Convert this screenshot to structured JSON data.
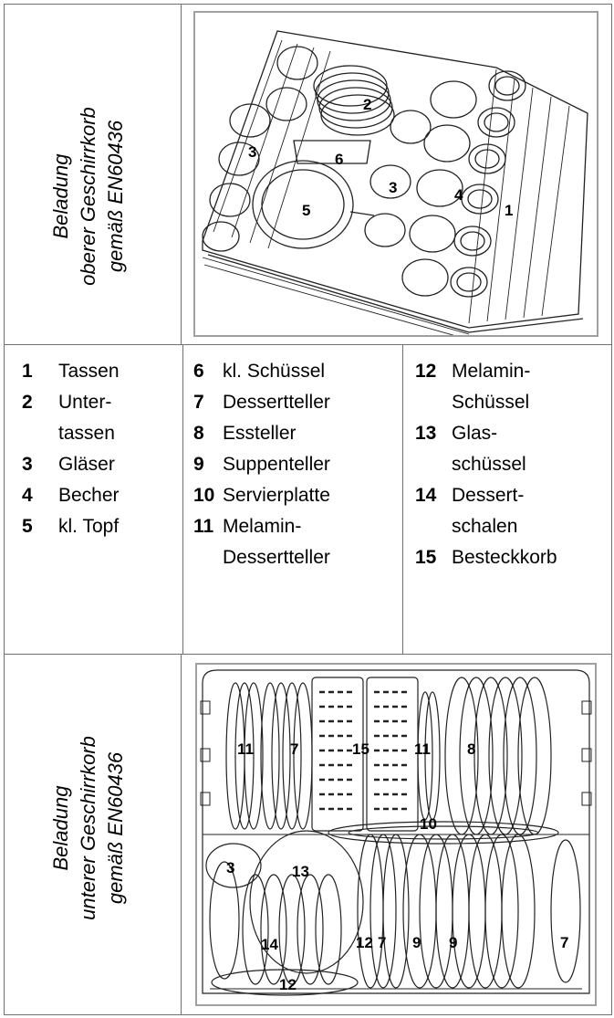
{
  "upper": {
    "label": [
      "Beladung",
      "oberer Geschirrkorb",
      "gemäß EN60436"
    ],
    "callouts": [
      "1",
      "2",
      "3",
      "3",
      "4",
      "5",
      "6"
    ]
  },
  "legend": {
    "col1": [
      {
        "n": "1",
        "t": "Tassen"
      },
      {
        "n": "2",
        "t": "Unter-"
      },
      {
        "n": "",
        "t": "tassen"
      },
      {
        "n": "3",
        "t": "Gläser"
      },
      {
        "n": "4",
        "t": "Becher"
      },
      {
        "n": "5",
        "t": "kl. Topf"
      }
    ],
    "col2": [
      {
        "n": "6",
        "t": "kl. Schüssel"
      },
      {
        "n": "7",
        "t": "Dessertteller"
      },
      {
        "n": "8",
        "t": "Essteller"
      },
      {
        "n": "9",
        "t": "Suppenteller"
      },
      {
        "n": "10",
        "t": "Servierplatte"
      },
      {
        "n": "11",
        "t": "Melamin-"
      },
      {
        "n": "",
        "t": "Dessertteller"
      }
    ],
    "col3": [
      {
        "n": "12",
        "t": "Melamin-"
      },
      {
        "n": "",
        "t": "Schüssel"
      },
      {
        "n": "13",
        "t": "Glas-"
      },
      {
        "n": "",
        "t": "schüssel"
      },
      {
        "n": "14",
        "t": "Dessert-"
      },
      {
        "n": "",
        "t": "schalen"
      },
      {
        "n": "15",
        "t": "Besteckkorb"
      }
    ]
  },
  "lower": {
    "label": [
      "Beladung",
      "unterer Geschirrkorb",
      "gemäß EN60436"
    ],
    "callouts": [
      "11",
      "7",
      "15",
      "11",
      "8",
      "10",
      "3",
      "13",
      "14",
      "12",
      "7",
      "9",
      "9",
      "7",
      "12"
    ]
  }
}
